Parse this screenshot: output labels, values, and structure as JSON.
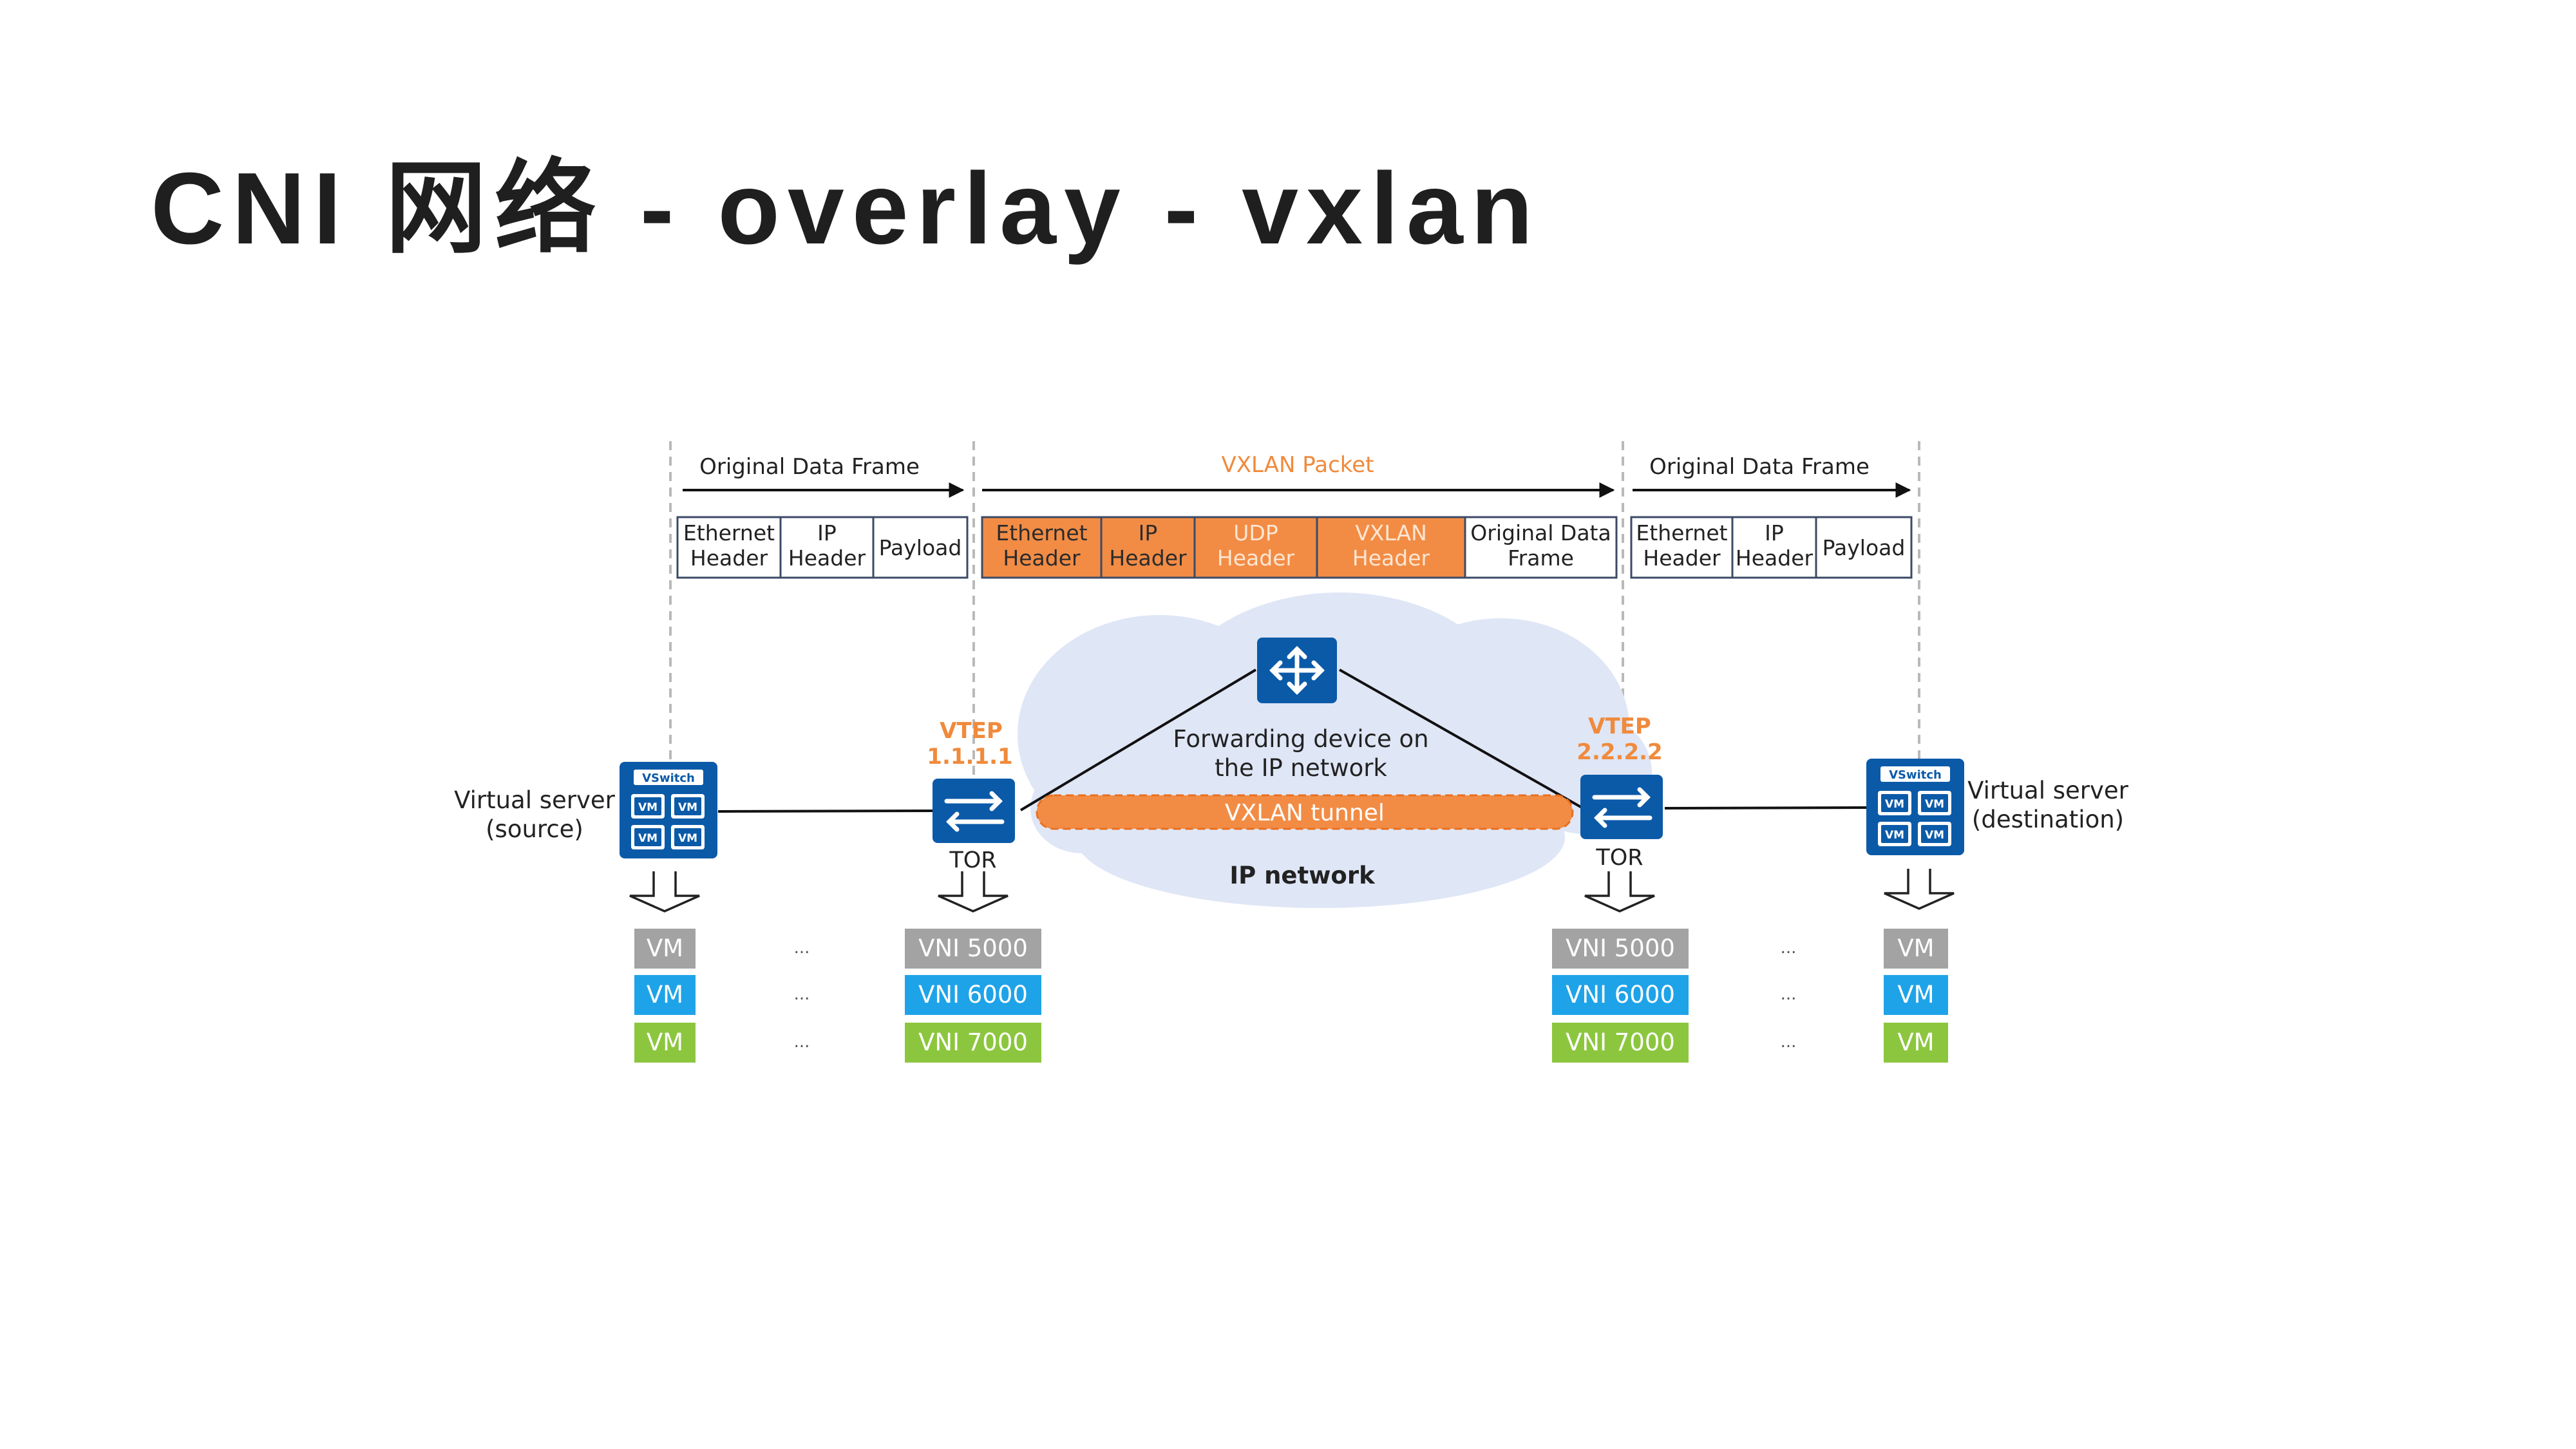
{
  "title": "CNI 网络 - overlay - vxlan",
  "colors": {
    "orange": "#f28c45",
    "orange_text": "#f08a3c",
    "blue": "#0b5aa8",
    "cloud": "#dfe6f6",
    "vm_gray": "#a3a3a3",
    "vm_blue": "#1fa3e8",
    "vm_green": "#8cc63e",
    "frame_border": "#3b4a66",
    "dashed": "#b9b9b9"
  },
  "frames": {
    "left": {
      "label": "Original Data Frame",
      "fields": [
        [
          "Ethernet",
          "Header"
        ],
        [
          "IP",
          "Header"
        ],
        [
          "Payload"
        ]
      ]
    },
    "middle": {
      "label": "VXLAN Packet",
      "fields": [
        [
          "Ethernet",
          "Header"
        ],
        [
          "IP",
          "Header"
        ],
        [
          "UDP",
          "Header"
        ],
        [
          "VXLAN",
          "Header"
        ],
        [
          "Original  Data",
          "Frame"
        ]
      ]
    },
    "right": {
      "label": "Original Data Frame",
      "fields": [
        [
          "Ethernet",
          "Header"
        ],
        [
          "IP",
          "Header"
        ],
        [
          "Payload"
        ]
      ]
    }
  },
  "network": {
    "forwarding_label": [
      "Forwarding device on",
      "the IP network"
    ],
    "tunnel_label": "VXLAN tunnel",
    "ip_network_label": "IP network",
    "vtep_left": {
      "label": "VTEP",
      "ip": "1.1.1.1"
    },
    "vtep_right": {
      "label": "VTEP",
      "ip": "2.2.2.2"
    },
    "tor_label": "TOR",
    "server_left": [
      "Virtual server",
      "(source)"
    ],
    "server_right": [
      "Virtual server",
      "(destination)"
    ],
    "vswitch_label": "VSwitch",
    "vm_mini_label": "VM"
  },
  "vm_column": [
    "VM",
    "VM",
    "VM"
  ],
  "vni_column": [
    "VNI 5000",
    "VNI 6000",
    "VNI 7000"
  ],
  "ellipsis": "..."
}
